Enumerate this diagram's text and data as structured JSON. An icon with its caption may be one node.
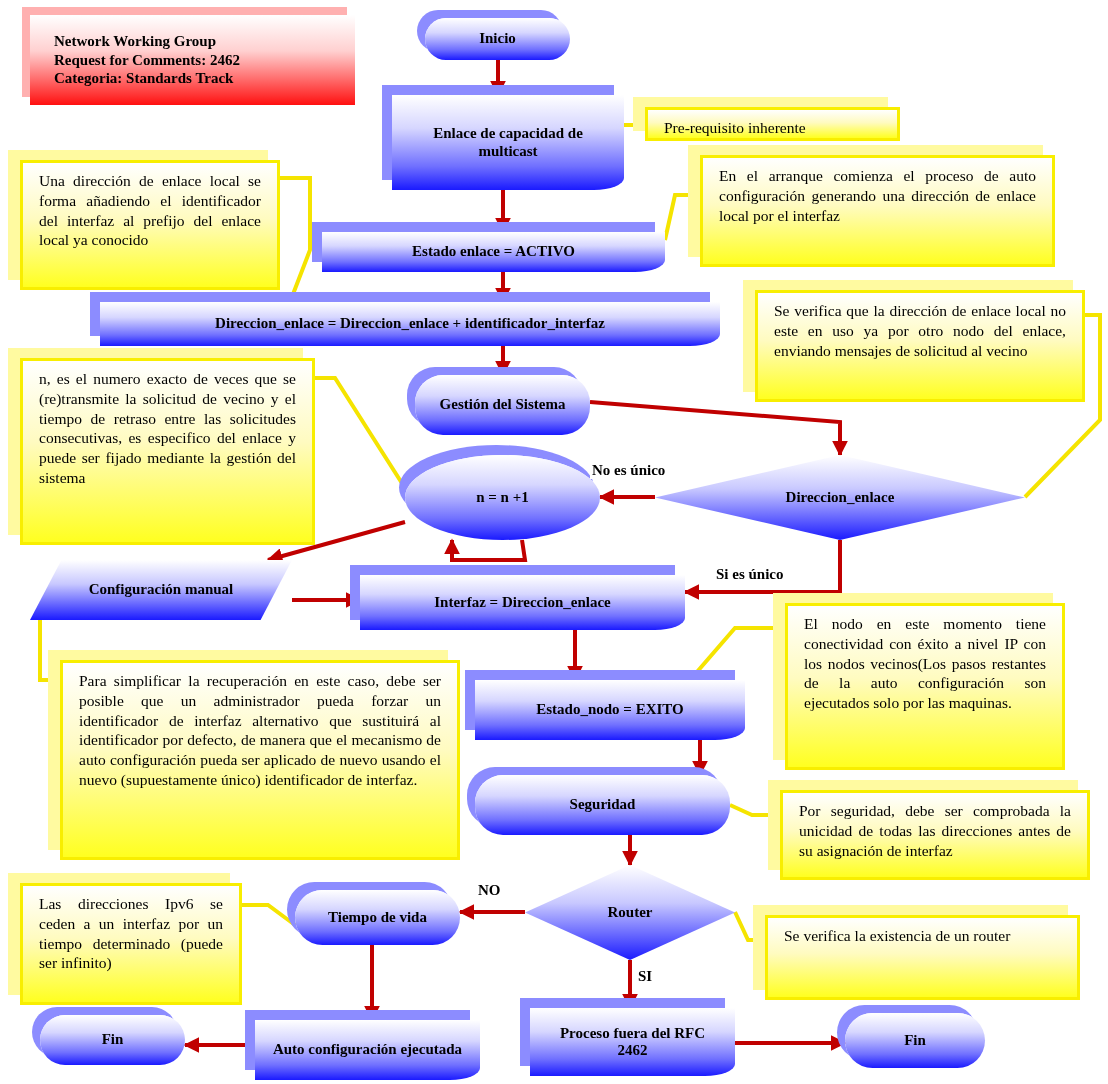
{
  "diagram": {
    "nodes": [
      {
        "text": [
          "Network Working Group",
          "Request for Comments: 2462",
          "Categoria: Standards Track"
        ]
      },
      {
        "text": [
          "Inicio"
        ]
      },
      {
        "text": [
          "Enlace de capacidad de multicast"
        ]
      },
      {
        "text": [
          "Pre-requisito inherente"
        ]
      },
      {
        "text": [
          "Una dirección de enlace local se forma añadiendo el identificador del interfaz al prefijo del enlace local ya conocido"
        ]
      },
      {
        "text": [
          "En el arranque comienza el proceso de auto configuración generando una dirección de enlace local por el interfaz"
        ]
      },
      {
        "text": [
          "Estado enlace = ACTIVO"
        ]
      },
      {
        "text": [
          "Direccion_enlace = Direccion_enlace + identificador_interfaz"
        ]
      },
      {
        "text": [
          "Se verifica que la dirección de enlace local no este en uso ya por otro nodo del enlace, enviando mensajes de solicitud al vecino"
        ]
      },
      {
        "text": [
          "n, es el numero exacto de veces que se (re)transmite la solicitud de vecino y el tiempo de retraso entre las solicitudes consecutivas, es especifico del enlace y puede ser fijado mediante la gestión del sistema"
        ]
      },
      {
        "text": [
          "Gestión del Sistema"
        ]
      },
      {
        "text": [
          "n = n +1"
        ]
      },
      {
        "text": [
          "Direccion_enlace"
        ]
      },
      {
        "text": [
          "Configuración manual"
        ]
      },
      {
        "text": [
          "Interfaz = Direccion_enlace"
        ]
      },
      {
        "text": [
          "El nodo en este momento tiene conectividad con éxito a nivel IP con los nodos vecinos(Los pasos restantes de la auto configuración son ejecutados solo por las maquinas."
        ]
      },
      {
        "text": [
          "Para simplificar la recuperación en este caso, debe ser posible que un administrador pueda forzar un identificador de interfaz alternativo que sustituirá al identificador por defecto, de manera que el mecanismo de auto configuración pueda ser aplicado de nuevo usando el nuevo (supuestamente único) identificador de interfaz."
        ]
      },
      {
        "text": [
          "Estado_nodo = EXITO"
        ]
      },
      {
        "text": [
          "Seguridad"
        ]
      },
      {
        "text": [
          "Por seguridad, debe ser comprobada la unicidad de todas las direcciones antes de su asignación de interfaz"
        ]
      },
      {
        "text": [
          "Router"
        ]
      },
      {
        "text": [
          "Las direcciones Ipv6 se ceden a un interfaz por un tiempo determinado (puede ser infinito)"
        ]
      },
      {
        "text": [
          "Tiempo de vida"
        ]
      },
      {
        "text": [
          "Se verifica la existencia de un router"
        ]
      },
      {
        "text": [
          "Fin"
        ]
      },
      {
        "text": [
          "Auto configuración ejecutada"
        ]
      },
      {
        "text": [
          "Proceso fuera del RFC 2462"
        ]
      },
      {
        "text": [
          "Fin"
        ]
      }
    ],
    "edges": [
      {
        "from": 1,
        "to": 2,
        "arrow": "to"
      },
      {
        "from": 2,
        "to": 6,
        "arrow": "to"
      },
      {
        "from": 6,
        "to": 7,
        "arrow": "to"
      },
      {
        "from": 7,
        "to": 10,
        "arrow": "to"
      },
      {
        "from": 10,
        "to": 12,
        "arrow": "to"
      },
      {
        "from": 12,
        "to": 11,
        "arrow": "to",
        "label": "No es único"
      },
      {
        "from": 11,
        "to": 11,
        "arrow": "to"
      },
      {
        "from": 11,
        "to": 13,
        "arrow": "to"
      },
      {
        "from": 12,
        "to": 14,
        "arrow": "to",
        "label": "Si es único"
      },
      {
        "from": 13,
        "to": 14,
        "arrow": "to"
      },
      {
        "from": 14,
        "to": 17,
        "arrow": "to"
      },
      {
        "from": 17,
        "to": 18,
        "arrow": "to"
      },
      {
        "from": 18,
        "to": 20,
        "arrow": "to"
      },
      {
        "from": 20,
        "to": 22,
        "arrow": "to",
        "label": "NO"
      },
      {
        "from": 20,
        "to": 26,
        "arrow": "to",
        "label": "SI"
      },
      {
        "from": 22,
        "to": 25,
        "arrow": "to"
      },
      {
        "from": 25,
        "to": 24,
        "arrow": "to"
      },
      {
        "from": 26,
        "to": 27,
        "arrow": "to"
      },
      {
        "from": 3,
        "to": 2,
        "arrow": "none",
        "color": "#f5e400"
      },
      {
        "from": 4,
        "to": 7,
        "arrow": "none",
        "color": "#f5e400"
      },
      {
        "from": 5,
        "to": 6,
        "arrow": "none",
        "color": "#f5e400"
      },
      {
        "from": 8,
        "to": 12,
        "arrow": "none",
        "color": "#f5e400"
      },
      {
        "from": 9,
        "to": 11,
        "arrow": "none",
        "color": "#f5e400"
      },
      {
        "from": 16,
        "to": 13,
        "arrow": "none",
        "color": "#f5e400"
      },
      {
        "from": 15,
        "to": 17,
        "arrow": "none",
        "color": "#f5e400"
      },
      {
        "from": 19,
        "to": 18,
        "arrow": "none",
        "color": "#f5e400"
      },
      {
        "from": 21,
        "to": 22,
        "arrow": "none",
        "color": "#f5e400"
      },
      {
        "from": 23,
        "to": 20,
        "arrow": "none",
        "color": "#f5e400"
      }
    ]
  }
}
